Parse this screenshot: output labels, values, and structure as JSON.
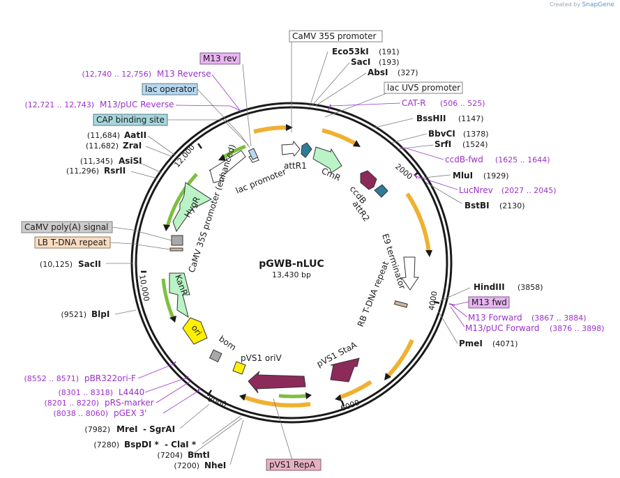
{
  "credit": {
    "prefix": "Created by",
    "brand": "SnapGene"
  },
  "plasmid": {
    "name": "pGWB-nLUC",
    "length_label": "13,430 bp"
  },
  "ticks": [
    "2000",
    "4000",
    "6000",
    "8000",
    "10,000",
    "12,000"
  ],
  "sites_right": [
    {
      "name": "Eco53kI",
      "pos": "(191)"
    },
    {
      "name": "SacI",
      "pos": "(193)"
    },
    {
      "name": "AbsI",
      "pos": "(327)"
    },
    {
      "name": "BssHII",
      "pos": "(1147)"
    },
    {
      "name": "BbvCI",
      "pos": "(1378)"
    },
    {
      "name": "SrfI",
      "pos": "(1524)"
    },
    {
      "name": "MluI",
      "pos": "(1929)"
    },
    {
      "name": "BstBI",
      "pos": "(2130)"
    },
    {
      "name": "HindIII",
      "pos": "(3858)"
    },
    {
      "name": "PmeI",
      "pos": "(4071)"
    }
  ],
  "sites_left": [
    {
      "name": "AatII",
      "pos": "(11,684)"
    },
    {
      "name": "ZraI",
      "pos": "(11,682)"
    },
    {
      "name": "AsiSI",
      "pos": "(11,345)"
    },
    {
      "name": "RsrII",
      "pos": "(11,296)"
    },
    {
      "name": "SacII",
      "pos": "(10,125)"
    },
    {
      "name": "BlpI",
      "pos": "(9521)"
    },
    {
      "name": "MreI",
      "pos": "(7982)",
      "extra": "-  SgrAI"
    },
    {
      "name": "BspDI *",
      "pos": "(7280)",
      "extra": "-  ClaI *"
    },
    {
      "name": "BmtI",
      "pos": "(7204)"
    },
    {
      "name": "NheI",
      "pos": "(7200)"
    }
  ],
  "primers": [
    {
      "name": "M13 Reverse",
      "range": "(12,740 .. 12,756)"
    },
    {
      "name": "M13/pUC Reverse",
      "range": "(12,721 .. 12,743)"
    },
    {
      "name": "CAT-R",
      "range": "(506 .. 525)"
    },
    {
      "name": "ccdB-fwd",
      "range": "(1625 .. 1644)"
    },
    {
      "name": "LucNrev",
      "range": "(2027 .. 2045)"
    },
    {
      "name": "M13 Forward",
      "range": "(3867 .. 3884)"
    },
    {
      "name": "M13/pUC Forward",
      "range": "(3876 .. 3898)"
    },
    {
      "name": "pBR322ori-F",
      "range": "(8552 .. 8571)"
    },
    {
      "name": "L4440",
      "range": "(8301 .. 8318)"
    },
    {
      "name": "pRS-marker",
      "range": "(8201 .. 8220)"
    },
    {
      "name": "pGEX 3'",
      "range": "(8038 .. 8060)"
    }
  ],
  "boxed": {
    "camv35s": "CaMV 35S promoter",
    "m13rev": "M13 rev",
    "lacop": "lac operator",
    "lacuv5": "lac UV5 promoter",
    "cap": "CAP binding site",
    "polya": "CaMV poly(A) signal",
    "lbtdna": "LB T-DNA repeat",
    "m13fwd": "M13 fwd",
    "pvs1repa": "pVS1 RepA"
  },
  "features": {
    "attR1": "attR1",
    "CmR": "CmR",
    "ccdB": "ccdB",
    "attR2": "attR2",
    "lacPromoter": "lac promoter",
    "hygR": "HygR",
    "camv35sEnh": "CaMV 35S promoter (enhanced)",
    "kanR": "KanR",
    "ori": "ori",
    "bom": "bom",
    "pvs1OriV": "pVS1 oriV",
    "pvs1StaA": "pVS1 StaA",
    "e9": "E9 terminator",
    "rbTdna": "RB T-DNA repeat"
  },
  "colors": {
    "backbone": "#1a1a1a",
    "primer": "#9b30c8",
    "orange": "#f0b030",
    "green": "#7cc040",
    "cmr": "#b9f3c6",
    "ccdb": "#8c2a5a",
    "att": "#2f7b98",
    "ori": "#fff000",
    "grey": "#a8a8a8"
  }
}
